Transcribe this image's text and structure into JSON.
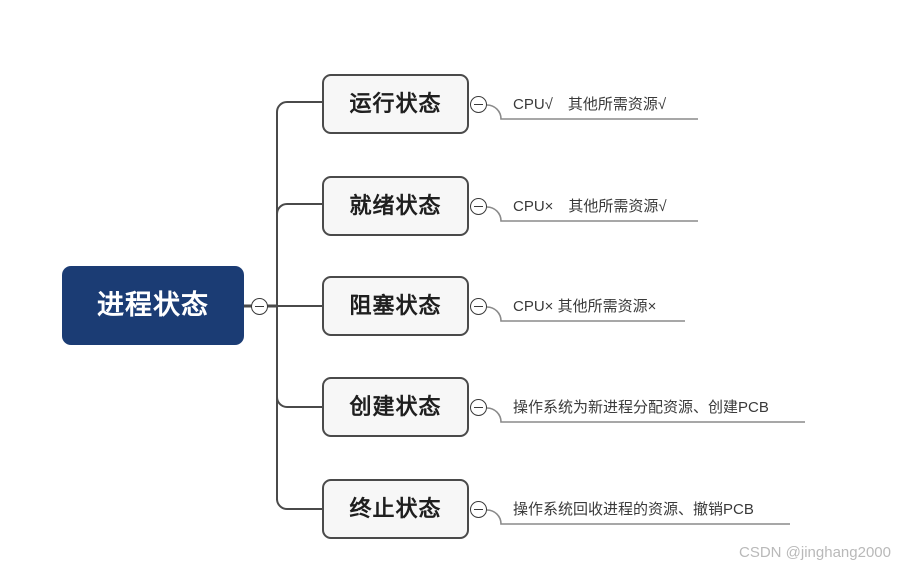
{
  "diagram": {
    "type": "mind-map",
    "root": {
      "label": "进程状态",
      "color": "#1b3c74",
      "text_color": "#ffffff"
    },
    "branches": [
      {
        "label": "运行状态",
        "leaf": "CPU√　其他所需资源√",
        "collapse_icon": "minus-circle-icon"
      },
      {
        "label": "就绪状态",
        "leaf": "CPU×　其他所需资源√",
        "collapse_icon": "minus-circle-icon"
      },
      {
        "label": "阻塞状态",
        "leaf": "CPU× 其他所需资源×",
        "collapse_icon": "minus-circle-icon"
      },
      {
        "label": "创建状态",
        "leaf": "操作系统为新进程分配资源、创建PCB",
        "collapse_icon": "minus-circle-icon"
      },
      {
        "label": "终止状态",
        "leaf": "操作系统回收进程的资源、撤销PCB",
        "collapse_icon": "minus-circle-icon"
      }
    ],
    "node_style": {
      "fill": "#f7f7f7",
      "border": "#4a4a4a",
      "text_color": "#1f1f1f"
    },
    "connector_color": "#4a4a4a",
    "underline_color": "#8a8a8a"
  },
  "watermark": {
    "text": "CSDN @jinghang2000",
    "color": "#b9b9b9"
  }
}
